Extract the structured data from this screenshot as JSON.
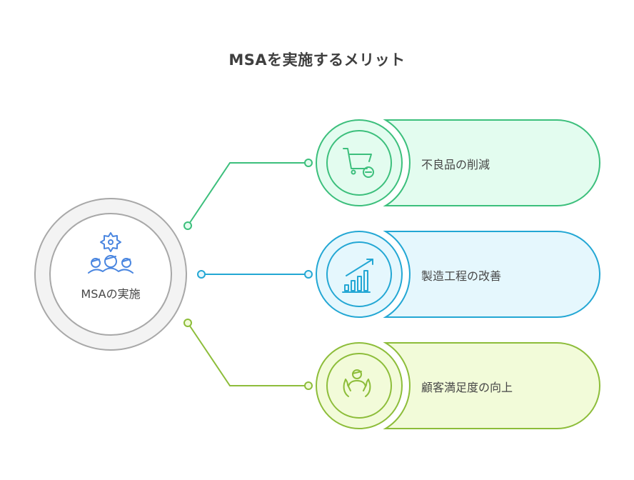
{
  "title": "MSAを実施するメリット",
  "center": {
    "label": "MSAの実施",
    "icon": "team-gear-icon",
    "color": "#4a86e0"
  },
  "branches": [
    {
      "label": "不良品の削減",
      "icon": "cart-minus-icon",
      "stroke": "#3cbf7c",
      "fill": "#e3fcef"
    },
    {
      "label": "製造工程の改善",
      "icon": "growth-chart-icon",
      "stroke": "#23a7d4",
      "fill": "#e5f7fd"
    },
    {
      "label": "顧客満足度の向上",
      "icon": "caring-hands-icon",
      "stroke": "#8dbd3a",
      "fill": "#f2fbd9"
    }
  ]
}
